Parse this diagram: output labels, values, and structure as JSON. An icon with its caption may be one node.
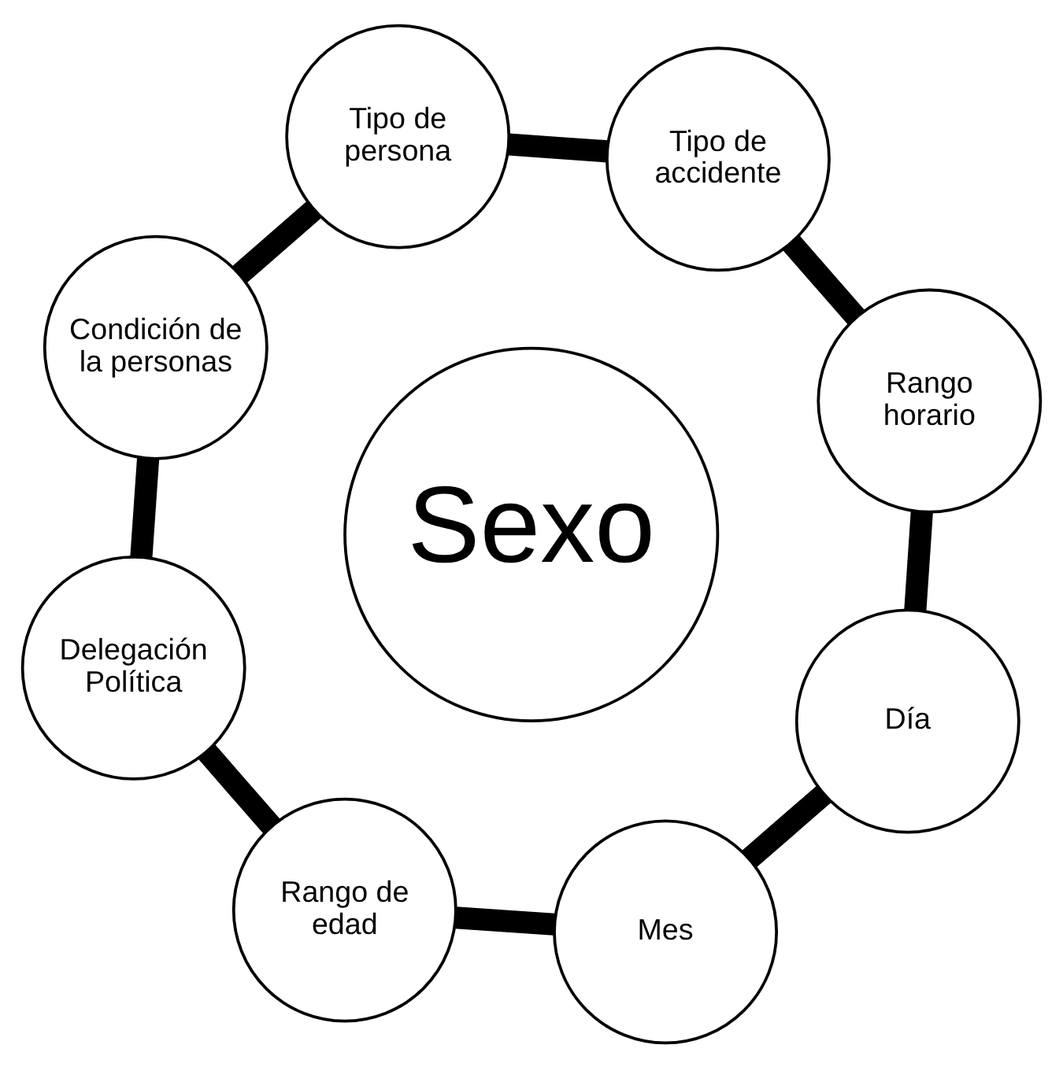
{
  "diagram": {
    "nodes": [
      {
        "text": [
          "Mes"
        ]
      },
      {
        "text": [
          "Día"
        ]
      },
      {
        "text": [
          "Rango horario"
        ]
      },
      {
        "text": [
          "Tipo de accidente"
        ]
      },
      {
        "text": [
          "Tipo de persona"
        ]
      },
      {
        "text": [
          "Condición de la personas"
        ]
      },
      {
        "text": [
          "Delegación Política"
        ]
      },
      {
        "text": [
          "Rango de edad"
        ]
      },
      {
        "text": [
          "Sexo"
        ]
      }
    ],
    "edges": [
      {
        "from": 0,
        "to": 1,
        "arrow": "none"
      },
      {
        "from": 1,
        "to": 2,
        "arrow": "none"
      },
      {
        "from": 2,
        "to": 3,
        "arrow": "none"
      },
      {
        "from": 3,
        "to": 4,
        "arrow": "none"
      },
      {
        "from": 4,
        "to": 5,
        "arrow": "none"
      },
      {
        "from": 5,
        "to": 6,
        "arrow": "none"
      },
      {
        "from": 6,
        "to": 7,
        "arrow": "none"
      },
      {
        "from": 7,
        "to": 0,
        "arrow": "none"
      }
    ]
  }
}
